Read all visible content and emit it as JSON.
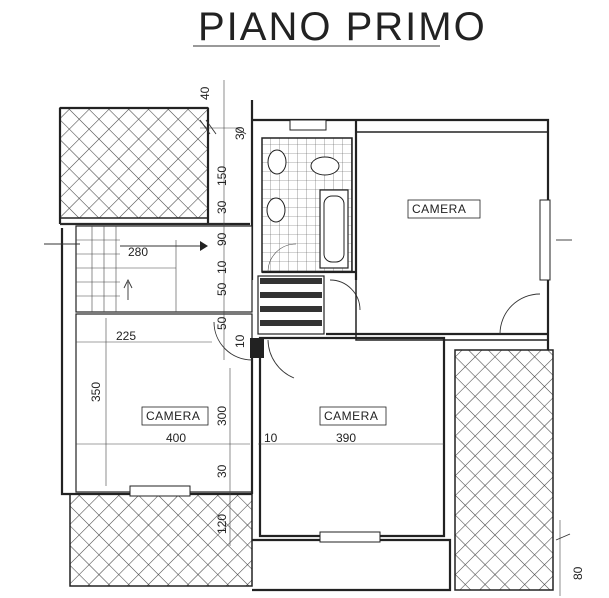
{
  "title": "PIANO PRIMO",
  "rooms": [
    {
      "label": "CAMERA"
    },
    {
      "label": "CAMERA"
    },
    {
      "label": "CAMERA"
    }
  ],
  "dimensions": {
    "top_40": "40",
    "top_30": "30",
    "v_150": "150",
    "v_30b": "30",
    "v_90": "90",
    "v_10": "10",
    "v_50a": "50",
    "v_50b": "50",
    "v_10b": "10",
    "stair_280": "280",
    "room_225": "225",
    "room_350": "350",
    "room_400": "400",
    "room_300": "300",
    "room_10": "10",
    "room_390": "390",
    "bottom_30": "30",
    "bottom_120": "120",
    "corner_80": "80"
  }
}
